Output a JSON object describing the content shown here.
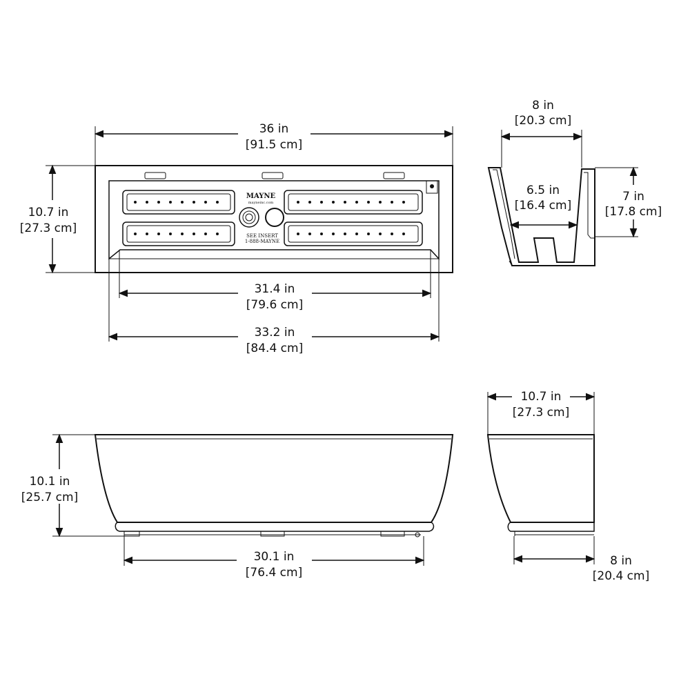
{
  "colors": {
    "line": "#111111",
    "background": "#ffffff"
  },
  "top_view": {
    "overall_width": {
      "imperial": "36 in",
      "metric": "[91.5 cm]"
    },
    "depth": {
      "imperial": "10.7 in",
      "metric": "[27.3 cm]"
    },
    "inner_width": {
      "imperial": "31.4 in",
      "metric": "[79.6 cm]"
    },
    "rim_width": {
      "imperial": "33.2 in",
      "metric": "[84.4 cm]"
    },
    "brand": "MAYNE",
    "brand_sub": "mayneinc.com",
    "label_line1": "SEE INSERT",
    "label_line2": "1-888-MAYNE"
  },
  "section_view": {
    "top_width": {
      "imperial": "8 in",
      "metric": "[20.3 cm]"
    },
    "inner_width": {
      "imperial": "6.5 in",
      "metric": "[16.4 cm]"
    },
    "height": {
      "imperial": "7 in",
      "metric": "[17.8 cm]"
    }
  },
  "front_view": {
    "height": {
      "imperial": "10.1 in",
      "metric": "[25.7 cm]"
    },
    "base_width": {
      "imperial": "30.1 in",
      "metric": "[76.4 cm]"
    }
  },
  "side_view": {
    "top_width": {
      "imperial": "10.7 in",
      "metric": "[27.3 cm]"
    },
    "base_width": {
      "imperial": "8 in",
      "metric": "[20.4 cm]"
    }
  }
}
